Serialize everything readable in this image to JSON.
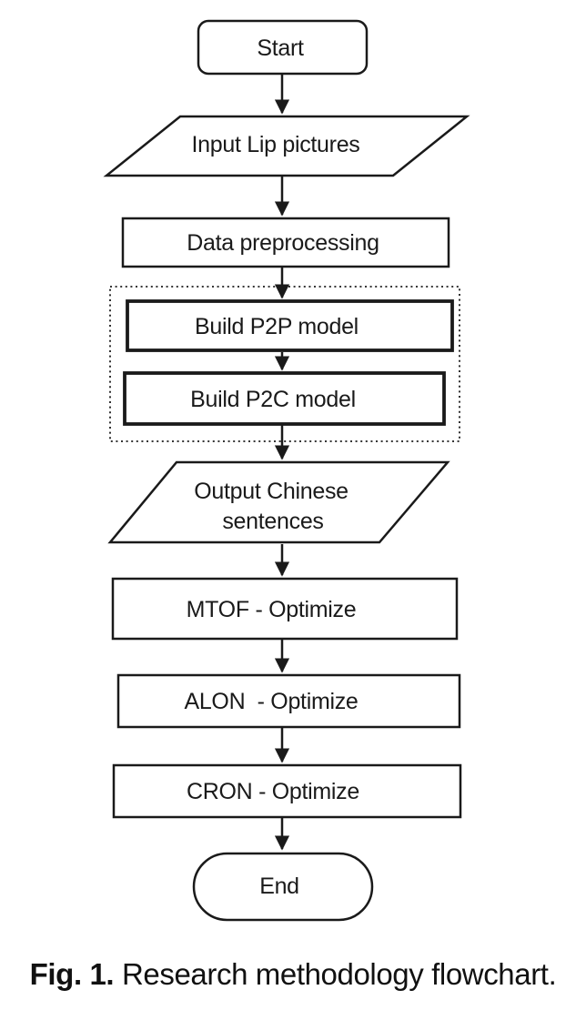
{
  "figure": {
    "caption": {
      "prefix": "Fig. 1.",
      "text": "Research methodology flowchart."
    }
  },
  "flowchart": {
    "colors": {
      "ink": "#1a1a1a",
      "node_fill": "#ffffff",
      "background": "#ffffff"
    },
    "nodes": [
      {
        "id": "start",
        "type": "terminator",
        "label": "Start"
      },
      {
        "id": "input-lip-pictures",
        "type": "input-output",
        "label": "Input Lip pictures"
      },
      {
        "id": "data-preprocessing",
        "type": "process",
        "label": "Data preprocessing"
      },
      {
        "id": "build-p2p-model",
        "type": "process",
        "label": "Build P2P model",
        "grouped": true
      },
      {
        "id": "build-p2c-model",
        "type": "process",
        "label": "Build P2C model",
        "grouped": true
      },
      {
        "id": "output-chinese-sentences",
        "type": "input-output",
        "label": "Output Chinese sentences",
        "lines": [
          "Output Chinese",
          "sentences"
        ]
      },
      {
        "id": "mtof-optimize",
        "type": "process",
        "label": "MTOF - Optimize"
      },
      {
        "id": "alon-optimize",
        "type": "process",
        "label": "ALON  - Optimize"
      },
      {
        "id": "cron-optimize",
        "type": "process",
        "label": "CRON - Optimize"
      },
      {
        "id": "end",
        "type": "terminator",
        "label": "End"
      }
    ],
    "group": {
      "id": "model-building-group",
      "border_style": "dotted",
      "contains": [
        "build-p2p-model",
        "build-p2c-model"
      ]
    },
    "edges": [
      {
        "from": "start",
        "to": "input-lip-pictures"
      },
      {
        "from": "input-lip-pictures",
        "to": "data-preprocessing"
      },
      {
        "from": "data-preprocessing",
        "to": "build-p2p-model"
      },
      {
        "from": "build-p2p-model",
        "to": "build-p2c-model"
      },
      {
        "from": "build-p2c-model",
        "to": "output-chinese-sentences"
      },
      {
        "from": "output-chinese-sentences",
        "to": "mtof-optimize"
      },
      {
        "from": "mtof-optimize",
        "to": "alon-optimize"
      },
      {
        "from": "alon-optimize",
        "to": "cron-optimize"
      },
      {
        "from": "cron-optimize",
        "to": "end"
      }
    ]
  }
}
